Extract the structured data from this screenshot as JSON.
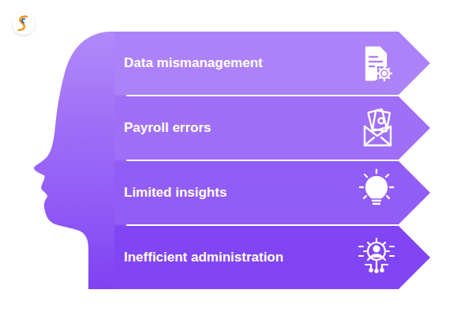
{
  "diagram": {
    "nodes": [
      {
        "text": [
          "Data mismanagement"
        ]
      },
      {
        "text": [
          "Payroll errors"
        ]
      },
      {
        "text": [
          "Limited insights"
        ]
      },
      {
        "text": [
          "Inefficient administration"
        ]
      }
    ]
  }
}
